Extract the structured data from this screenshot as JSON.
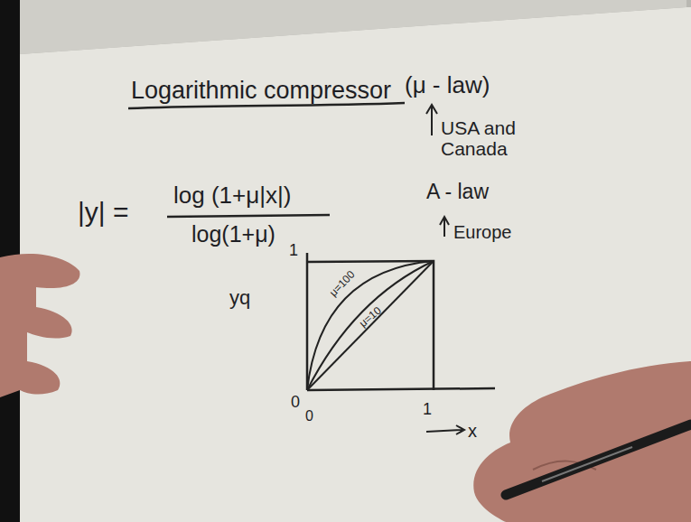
{
  "diagram": {
    "title": "Logarithmic compressor",
    "labels": [
      "(μ - law)",
      "USA and Canada",
      "A - law",
      "Europe",
      "|y| =",
      "log (1+μ|x|)",
      "log(1+μ)",
      "1",
      "yq",
      "μ=100",
      "μ=10",
      "0",
      "0",
      "1",
      "x"
    ]
  }
}
